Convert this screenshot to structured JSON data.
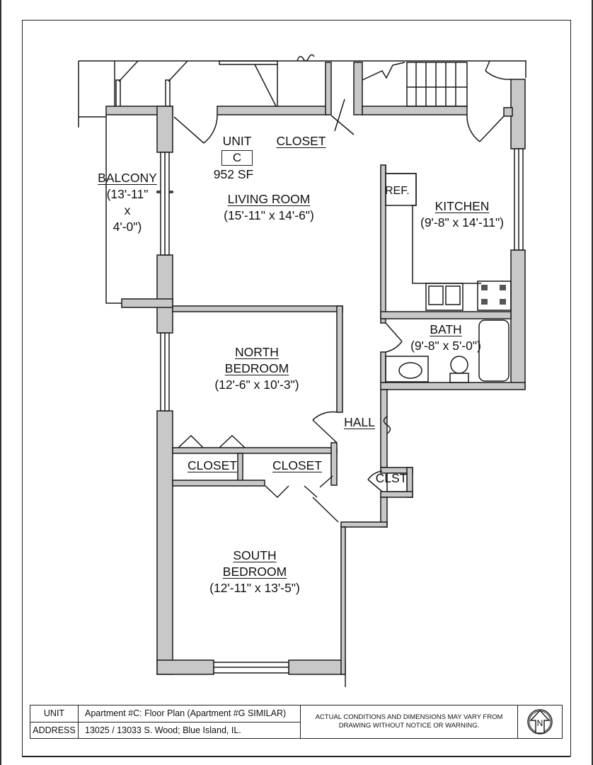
{
  "drawing": {
    "unit": {
      "label": "UNIT",
      "letter": "C",
      "area": "952 SF"
    },
    "rooms": [
      {
        "id": "balcony",
        "name": "BALCONY",
        "dims_line1": "(13'-11\"",
        "dims_line2": "x",
        "dims_line3": "4'-0\")"
      },
      {
        "id": "living-room",
        "name": "LIVING ROOM",
        "dims": "(15'-11\" x 14'-6\")"
      },
      {
        "id": "closet-entry",
        "name": "CLOSET"
      },
      {
        "id": "kitchen",
        "name": "KITCHEN",
        "dims": "(9'-8\" x 14'-11\")"
      },
      {
        "id": "ref",
        "name": "REF."
      },
      {
        "id": "bath",
        "name": "BATH",
        "dims": "(9'-8\" x 5'-0\")"
      },
      {
        "id": "north-bedroom",
        "name_line1": "NORTH",
        "name_line2": "BEDROOM",
        "dims": "(12'-6\" x 10'-3\")"
      },
      {
        "id": "hall",
        "name": "HALL"
      },
      {
        "id": "closet-north-1",
        "name": "CLOSET"
      },
      {
        "id": "closet-north-2",
        "name": "CLOSET"
      },
      {
        "id": "clst",
        "name": "CLST"
      },
      {
        "id": "south-bedroom",
        "name_line1": "SOUTH",
        "name_line2": "BEDROOM",
        "dims": "(12'-11\" x 13'-5\")"
      }
    ]
  },
  "title_block": {
    "unit_key": "UNIT",
    "unit_value": "Apartment #C:  Floor Plan  (Apartment #G SIMILAR)",
    "address_key": "ADDRESS",
    "address_value": "13025 / 13033 S. Wood; Blue Island, IL.",
    "note_line1": "ACTUAL  CONDITIONS AND DIMENSIONS MAY VARY FROM",
    "note_line2": "DRAWING WITHOUT NOTICE OR WARNING.",
    "north_label": "N"
  },
  "colors": {
    "wall_fill": "#c8c8c8",
    "line": "#1a1a1a",
    "background": "#ffffff"
  }
}
